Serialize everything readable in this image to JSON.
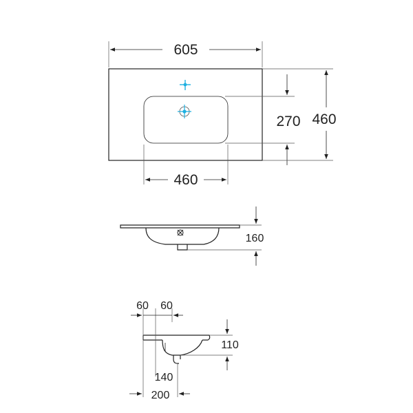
{
  "colors": {
    "line": "#222222",
    "tap_mark": "#1fb0e0",
    "drain_mark": "#1fb0e0"
  },
  "top_view": {
    "width_label": "605",
    "bowl_width_label": "460",
    "bowl_depth_label": "270",
    "depth_label": "460"
  },
  "front_view": {
    "height_label": "160"
  },
  "side_view": {
    "rim_offset_label_1": "60",
    "rim_offset_label_2": "60",
    "bowl_height_label": "110",
    "drain_offset_label": "140",
    "overall_depth_label": "200"
  }
}
